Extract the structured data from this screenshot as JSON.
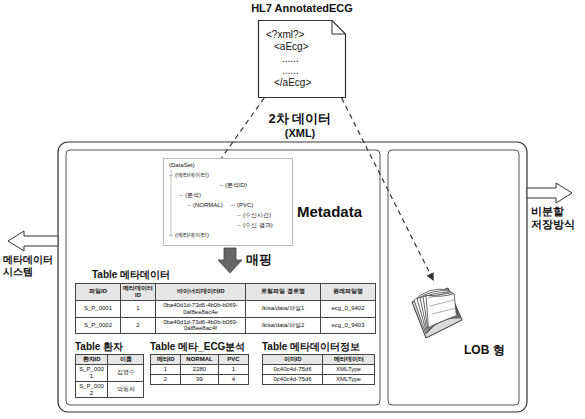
{
  "diagram": {
    "nodes": [
      {
        "text": [
          "HL7 AnnotatedECG",
          "<?xml?>",
          "<aEcg>",
          "......",
          "......",
          "</aEcg>"
        ]
      },
      {
        "text": [
          "(DataSet)",
          "(메타데이터)",
          "(분석ID)",
          "(분석)",
          "(NORMAL)",
          "(PVC)",
          "(수신시간)",
          "(수신 결과)",
          "(메타데이터)"
        ]
      },
      {
        "text": [
          "LOB 형"
        ]
      }
    ],
    "edges": [
      {
        "from": 0,
        "to": 1,
        "arrow": "none"
      },
      {
        "from": 0,
        "to": 2,
        "arrow": "to"
      }
    ],
    "labels": [
      "2차 데이터",
      "(XML)",
      "Metadata",
      "매핑",
      "메타데이터 시스템",
      "비분할 저장방식",
      "Table 메타데이터",
      "파일ID",
      "메타데이터ID",
      "바이너리데이터ID",
      "로컬파일 경로명",
      "원래파일명",
      "S_P_0001",
      "1",
      "0ba40d1d-73d6-4b0b-b069-0af8ee8ac4e",
      "/kisa/data/파일1",
      "ecg_0_9402",
      "S_P_0002",
      "2",
      "0ba40d1d-73d6-4b0b-b069-0af8ee8ac4f",
      "/kisa/data/파일2",
      "ecg_0_9403",
      "Table 환자",
      "환자ID",
      "이름",
      "S_P_0001",
      "김영수",
      "S_P_0002",
      "박동자",
      "Table 메타_ECG분석",
      "메타ID",
      "NORMAL",
      "PVC",
      "1",
      "2280",
      "1",
      "2",
      "99",
      "4",
      "Table 메타데이터정보",
      "이미ID",
      "메타데이터",
      "0c40c4d-75d6",
      "XMLType",
      "0c40c4d-75d6",
      "XMLType"
    ]
  }
}
